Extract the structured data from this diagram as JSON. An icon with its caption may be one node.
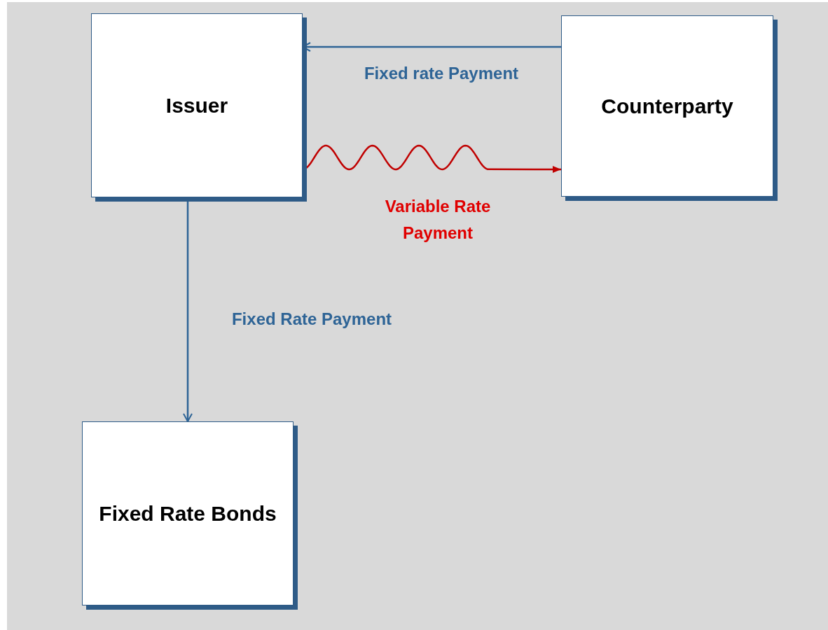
{
  "diagram": {
    "nodes": [
      {
        "text": [
          "Issuer"
        ]
      },
      {
        "text": [
          "Counterparty"
        ]
      },
      {
        "text": [
          "Fixed Rate Bonds"
        ]
      }
    ],
    "edges": [
      {
        "from": 1,
        "to": 0,
        "arrow": "to",
        "label": "Fixed rate Payment"
      },
      {
        "from": 0,
        "to": 1,
        "arrow": "to",
        "label": "Variable Rate Payment",
        "color": "#c00000"
      },
      {
        "from": 0,
        "to": 2,
        "arrow": "to",
        "label": "Fixed Rate Payment"
      }
    ]
  }
}
